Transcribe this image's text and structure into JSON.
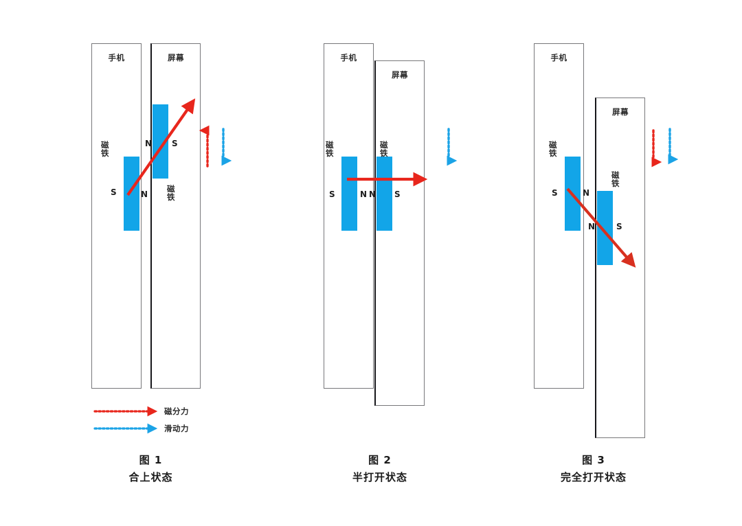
{
  "figure": {
    "title_hidden": "",
    "colors": {
      "magnet": "#12a5e8",
      "force_red": "#e8261c",
      "slide_blue": "#1ba3e6",
      "outline": "#77777a",
      "outline_dark": "#16161a",
      "text": "#1d1d1d"
    },
    "labels": {
      "phone": "手机",
      "screen": "屏幕",
      "magnet": "磁铁",
      "pole_north": "N",
      "pole_south": "S"
    }
  },
  "legend": {
    "items": [
      {
        "label": "磁分力",
        "color": "#e8261c",
        "icon": "dotted-arrow-right-icon"
      },
      {
        "label": "滑动力",
        "color": "#1ba3e6",
        "icon": "dotted-arrow-right-icon"
      }
    ]
  },
  "panels": [
    {
      "id": "panel-1",
      "caption_figure": "图 1",
      "caption_state": "合上状态",
      "phone": {
        "label": "手机"
      },
      "screen": {
        "label": "屏幕"
      },
      "phone_magnet": {
        "label": "磁铁",
        "left_pole": "S",
        "right_pole": "N"
      },
      "screen_magnet": {
        "label": "磁铁",
        "left_pole": "N",
        "right_pole": "S"
      },
      "force_arrow": {
        "direction": "up-right",
        "color": "#e8261c"
      },
      "indicators": [
        {
          "name": "magnetic-force-indicator",
          "color": "#e8261c",
          "direction": "up"
        },
        {
          "name": "sliding-force-indicator",
          "color": "#1ba3e6",
          "direction": "down"
        }
      ]
    },
    {
      "id": "panel-2",
      "caption_figure": "图 2",
      "caption_state": "半打开状态",
      "phone": {
        "label": "手机"
      },
      "screen": {
        "label": "屏幕"
      },
      "phone_magnet": {
        "label": "磁铁",
        "left_pole": "S",
        "right_pole": "N"
      },
      "screen_magnet": {
        "label": "磁铁",
        "left_pole": "N",
        "right_pole": "S"
      },
      "force_arrow": {
        "direction": "right",
        "color": "#e8261c"
      },
      "indicators": [
        {
          "name": "sliding-force-indicator",
          "color": "#1ba3e6",
          "direction": "down"
        }
      ]
    },
    {
      "id": "panel-3",
      "caption_figure": "图 3",
      "caption_state": "完全打开状态",
      "phone": {
        "label": "手机"
      },
      "screen": {
        "label": "屏幕"
      },
      "phone_magnet": {
        "label": "磁铁",
        "left_pole": "S",
        "right_pole": "N"
      },
      "screen_magnet": {
        "label": "磁铁",
        "left_pole": "N",
        "right_pole": "S"
      },
      "force_arrow": {
        "direction": "down-right",
        "color": "#e8261c"
      },
      "indicators": [
        {
          "name": "magnetic-force-indicator",
          "color": "#e8261c",
          "direction": "down"
        },
        {
          "name": "sliding-force-indicator",
          "color": "#1ba3e6",
          "direction": "down"
        }
      ]
    }
  ]
}
